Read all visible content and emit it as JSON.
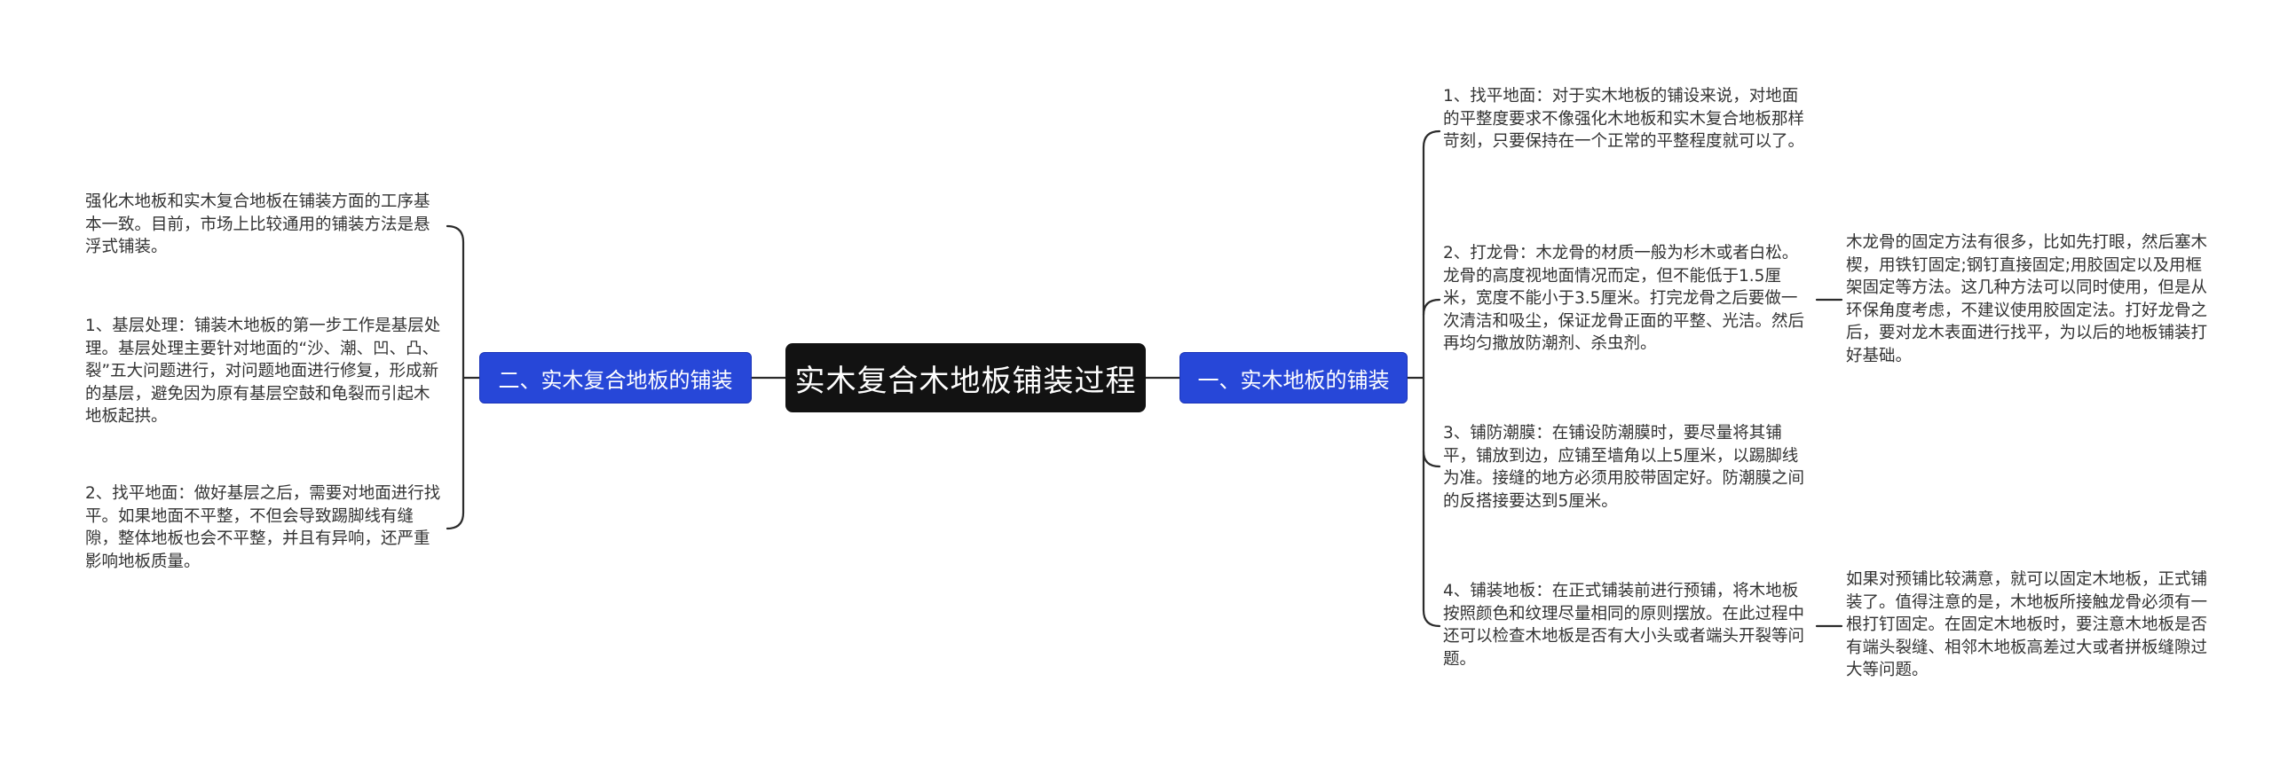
{
  "root": {
    "title": "实木复合木地板铺装过程"
  },
  "left_branch": {
    "label": "二、实木复合地板的铺装",
    "items": [
      "强化木地板和实木复合地板在铺装方面的工序基本一致。目前，市场上比较通用的铺装方法是悬浮式铺装。",
      "1、基层处理：铺装木地板的第一步工作是基层处理。基层处理主要针对地面的“沙、潮、凹、凸、裂”五大问题进行，对问题地面进行修复，形成新的基层，避免因为原有基层空鼓和龟裂而引起木地板起拱。",
      "2、找平地面：做好基层之后，需要对地面进行找平。如果地面不平整，不但会导致踢脚线有缝隙，整体地板也会不平整，并且有异响，还严重影响地板质量。"
    ]
  },
  "right_branch": {
    "label": "一、实木地板的铺装",
    "items": [
      {
        "text": "1、找平地面：对于实木地板的铺设来说，对地面的平整度要求不像强化木地板和实木复合地板那样苛刻，只要保持在一个正常的平整程度就可以了。"
      },
      {
        "text": "2、打龙骨：木龙骨的材质一般为杉木或者白松。龙骨的高度视地面情况而定，但不能低于1.5厘米，宽度不能小于3.5厘米。打完龙骨之后要做一次清洁和吸尘，保证龙骨正面的平整、光洁。然后再均匀撒放防潮剂、杀虫剂。",
        "note": "木龙骨的固定方法有很多，比如先打眼，然后塞木楔，用铁钉固定;钢钉直接固定;用胶固定以及用框架固定等方法。这几种方法可以同时使用，但是从环保角度考虑，不建议使用胶固定法。打好龙骨之后，要对龙木表面进行找平，为以后的地板铺装打好基础。"
      },
      {
        "text": "3、铺防潮膜：在铺设防潮膜时，要尽量将其铺平，铺放到边，应铺至墙角以上5厘米，以踢脚线为准。接缝的地方必须用胶带固定好。防潮膜之间的反搭接要达到5厘米。"
      },
      {
        "text": "4、铺装地板：在正式铺装前进行预铺，将木地板按照颜色和纹理尽量相同的原则摆放。在此过程中还可以检查木地板是否有大小头或者端头开裂等问题。",
        "note": "如果对预铺比较满意，就可以固定木地板，正式铺装了。值得注意的是，木地板所接触龙骨必须有一根打钉固定。在固定木地板时，要注意木地板是否有端头裂缝、相邻木地板高差过大或者拼板缝隙过大等问题。"
      }
    ]
  },
  "colors": {
    "root_bg": "#121212",
    "branch_bg": "#2747d8",
    "line": "#2b2b2b",
    "text": "#333333"
  }
}
